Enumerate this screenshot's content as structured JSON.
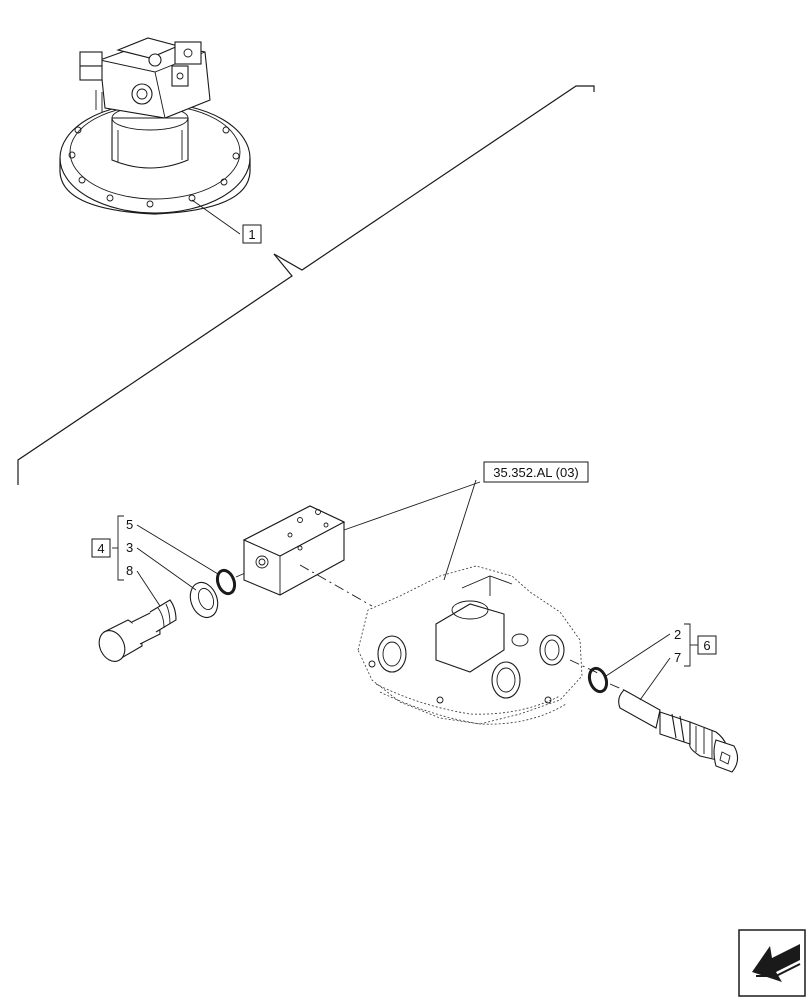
{
  "callouts": {
    "assembly": "1",
    "group_a": "4",
    "group_b": "6",
    "ref_link": "35.352.AL (03)",
    "item_5": "5",
    "item_3": "3",
    "item_8": "8",
    "item_2": "2",
    "item_7": "7"
  },
  "icons": {
    "nav": "prev-page-arrow-icon"
  }
}
